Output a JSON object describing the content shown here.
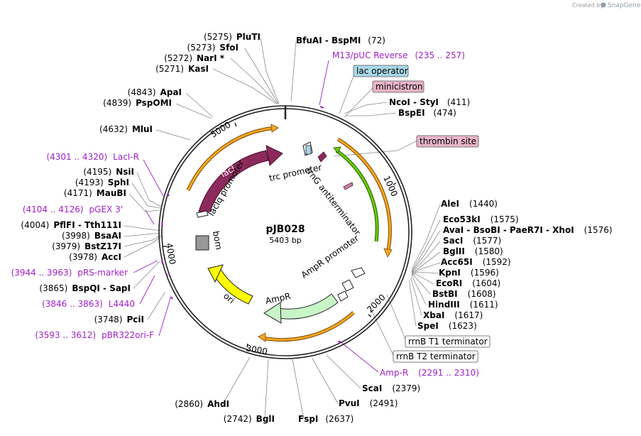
{
  "credit": {
    "prefix": "Created by",
    "brand": "SnapGene"
  },
  "plasmid": {
    "name": "pJB028",
    "size_label": "5403 bp",
    "length": 5403
  },
  "ticks": [
    "1000",
    "2000",
    "3000",
    "4000",
    "5000"
  ],
  "colors": {
    "backbone": "#222222",
    "enzyme_line": "#8a8a8a",
    "primer": "#a020c8",
    "feature_orange": "#f5a623",
    "feature_orange_dark": "#7a4a00",
    "lacI": "#8c2a5c",
    "ori": "#ffff00",
    "ampR": "#c8f5c8",
    "bom": "#999999",
    "rrnG_green": "#66cc00",
    "lac_operator_box": "#a8d8e8",
    "minicistron_box": "#e8b4c8",
    "thrombin_box": "#e8b4c8"
  },
  "enzymes_left": [
    {
      "pos": "(5275)",
      "name": "PluTI"
    },
    {
      "pos": "(5273)",
      "name": "SfoI"
    },
    {
      "pos": "(5272)",
      "name": "NarI *"
    },
    {
      "pos": "(5271)",
      "name": "KasI"
    },
    {
      "pos": "(4843)",
      "name": "ApaI"
    },
    {
      "pos": "(4839)",
      "name": "PspOMI"
    },
    {
      "pos": "(4632)",
      "name": "MluI"
    },
    {
      "pos": "(4195)",
      "name": "NsiI"
    },
    {
      "pos": "(4193)",
      "name": "SphI"
    },
    {
      "pos": "(4171)",
      "name": "MauBI"
    },
    {
      "pos": "(4004)",
      "name": "PflFI  - Tth111I"
    },
    {
      "pos": "(3998)",
      "name": "BsaAI"
    },
    {
      "pos": "(3979)",
      "name": "BstZ17I"
    },
    {
      "pos": "(3978)",
      "name": "AccI"
    },
    {
      "pos": "(3865)",
      "name": "BspQI  - SapI"
    },
    {
      "pos": "(3748)",
      "name": "PciI"
    },
    {
      "pos": "(2860)",
      "name": "AhdI"
    },
    {
      "pos": "(2742)",
      "name": "BglI"
    }
  ],
  "enzymes_right": [
    {
      "name": "BfuAI  - BspMI",
      "pos": "(72)"
    },
    {
      "name": "NcoI  - StyI",
      "pos": "(411)"
    },
    {
      "name": "BspEI",
      "pos": "(474)"
    },
    {
      "name": "AleI",
      "pos": "(1440)"
    },
    {
      "name": "Eco53kI",
      "pos": "(1575)"
    },
    {
      "name": "AvaI  - BsoBI  - PaeR7I  - XhoI",
      "pos": "(1576)"
    },
    {
      "name": "SacI",
      "pos": "(1577)"
    },
    {
      "name": "BglII",
      "pos": "(1580)"
    },
    {
      "name": "Acc65I",
      "pos": "(1592)"
    },
    {
      "name": "KpnI",
      "pos": "(1596)"
    },
    {
      "name": "EcoRI",
      "pos": "(1604)"
    },
    {
      "name": "BstBI",
      "pos": "(1608)"
    },
    {
      "name": "HindIII",
      "pos": "(1611)"
    },
    {
      "name": "XbaI",
      "pos": "(1617)"
    },
    {
      "name": "SpeI",
      "pos": "(1623)"
    },
    {
      "name": "ScaI",
      "pos": "(2379)"
    },
    {
      "name": "PvuI",
      "pos": "(2491)"
    },
    {
      "name": "FspI",
      "pos": "(2637)"
    }
  ],
  "primers": [
    {
      "name": "M13/pUC Reverse",
      "range": "(235 .. 257)"
    },
    {
      "name": "LacI-R",
      "range": "(4301 .. 4320)"
    },
    {
      "name": "pGEX 3'",
      "range": "(4104 .. 4126)"
    },
    {
      "name": "pRS-marker",
      "range": "(3944 .. 3963)"
    },
    {
      "name": "L4440",
      "range": "(3846 .. 3863)"
    },
    {
      "name": "pBR322ori-F",
      "range": "(3593 .. 3612)"
    },
    {
      "name": "Amp-R",
      "range": "(2291 .. 2310)"
    }
  ],
  "boxed_features": [
    {
      "key": "lac_operator",
      "label": "lac operator"
    },
    {
      "key": "minicistron",
      "label": "minicistron"
    },
    {
      "key": "thrombin",
      "label": "thrombin site"
    },
    {
      "key": "rrnB_T1",
      "label": "rrnB T1 terminator"
    },
    {
      "key": "rrnB_T2",
      "label": "rrnB T2 terminator"
    }
  ],
  "inner_features": {
    "lacI": "lacI",
    "lacIq_promoter": "lacIq promoter",
    "trc_promoter": "trc promoter",
    "rrnG_antiterminator": "rrnG antiterminator",
    "AmpR_promoter": "AmpR promoter",
    "AmpR": "AmpR",
    "ori": "ori",
    "bom": "bom"
  }
}
